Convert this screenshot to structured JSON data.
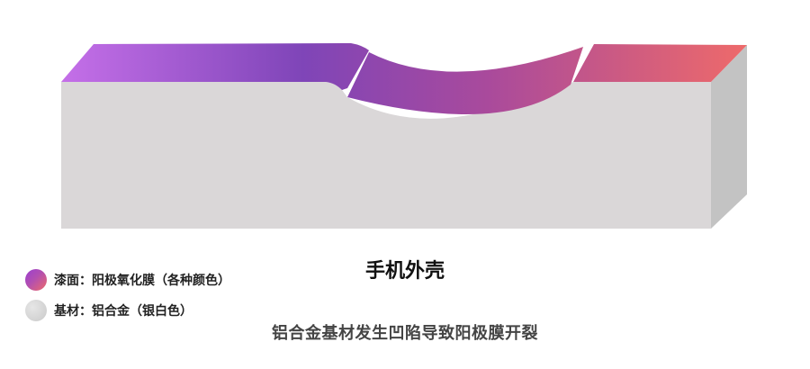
{
  "diagram": {
    "title": "手机外壳",
    "caption": "铝合金基材发生凹陷导致阳极膜开裂",
    "colors": {
      "coating_start": "#c46fe8",
      "coating_mid": "#8a44b8",
      "coating_end": "#ee6a6a",
      "base_front": "#dad7d8",
      "base_side": "#c3c3c3"
    }
  },
  "legend": {
    "items": [
      {
        "label": "漆面：阳极氧化膜（各种颜色）",
        "icon": "gradient-circle"
      },
      {
        "label": "基材：铝合金（银白色）",
        "icon": "silver-circle"
      }
    ]
  }
}
